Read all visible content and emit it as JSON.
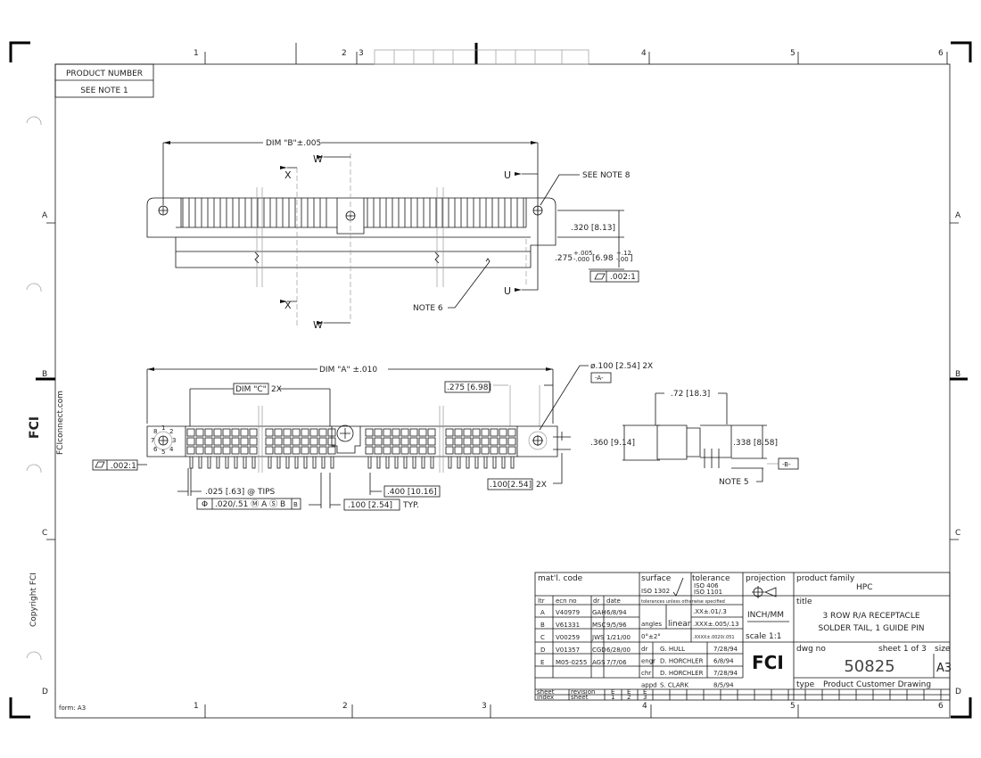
{
  "sheet": {
    "zones_top": [
      "1",
      "2",
      "3",
      "4",
      "5",
      "6"
    ],
    "zones_side": [
      "A",
      "B",
      "C",
      "D"
    ],
    "form_label": "form: A3",
    "side_url": "FCIconnect.com",
    "side_copyright": "Copyright FCI"
  },
  "product_box": {
    "header": "PRODUCT NUMBER",
    "value": "SEE NOTE 1"
  },
  "top_view": {
    "dim_b": "DIM \"B\"±.005",
    "section_w": "W",
    "section_x": "X",
    "section_u": "U",
    "see_note_8": "SEE NOTE 8",
    "dim_320": ".320 [8.13]",
    "dim_275": ".275",
    "dim_275_tol_plus": "+.005",
    "dim_275_tol_minus": "-.000",
    "dim_698": "[6.98",
    "dim_698_tol_plus": "+.12",
    "dim_698_tol_minus": "-.00",
    "dim_698_close": "]",
    "flatness": ".002:1",
    "note_6": "NOTE 6"
  },
  "front_view": {
    "dim_a": "DIM \"A\" ±.010",
    "dim_c": "DIM \"C\"",
    "dim_c_suffix": "2X",
    "dim_275_698": ".275 [6.98]",
    "hole_dia": "ø.100 [2.54] 2X",
    "datum_a": "-A-",
    "flatness": ".002:1",
    "tip": ".025 [.63] @ TIPS",
    "position_tol": ".020/.51 Ⓜ A Ⓢ B",
    "dim_400": ".400 [10.16]",
    "dim_100_typ": ".100 [2.54]",
    "typ": "TYP.",
    "dim_100_2x": ".100[2.54]",
    "suffix_2x": "2X",
    "left_labels": [
      "8",
      "1",
      "2",
      "7",
      "3",
      "6",
      "5",
      "4"
    ]
  },
  "side_view": {
    "dim_72": ".72 [18.3]",
    "dim_360": ".360 [9.14]",
    "dim_338": ".338 [8.58]",
    "datum_b": "-B-",
    "note_5": "NOTE 5"
  },
  "title_block": {
    "matl_code": "mat'l. code",
    "surface": "surface",
    "surface_std": "ISO 1302",
    "tolerance": "tolerance",
    "tol_std1": "ISO 406",
    "tol_std2": "ISO 1101",
    "projection": "projection",
    "product_family_label": "product family",
    "product_family": "HPC",
    "tol_note": "tolerances unless otherwise specified",
    "rev_headers": [
      "ltr",
      "ecn no",
      "dr",
      "date"
    ],
    "revisions": [
      {
        "ltr": "A",
        "ecn": "V40979",
        "dr": "GAH",
        "date": "6/8/94"
      },
      {
        "ltr": "B",
        "ecn": "V61331",
        "dr": "MSC",
        "date": "9/5/96"
      },
      {
        "ltr": "C",
        "ecn": "V00259",
        "dr": "JWS",
        "date": "1/21/00"
      },
      {
        "ltr": "D",
        "ecn": "V01357",
        "dr": "CGD",
        "date": "6/28/00"
      },
      {
        "ltr": "E",
        "ecn": "M05-0255",
        "dr": "AGS",
        "date": "7/7/06"
      }
    ],
    "angles": "angles",
    "angles_tol": "0°±2°",
    "linear": "linear",
    "lin_tols": [
      ".XX±.01/.3",
      ".XXX±.005/.13",
      ".XXXX±.0020/.051"
    ],
    "units": "INCH/MM",
    "scale": "scale 1:1",
    "title_label": "title",
    "title_line1": "3 ROW R/A RECEPTACLE",
    "title_line2": "SOLDER TAIL, 1 GUIDE PIN",
    "signoffs": [
      {
        "role": "dr",
        "name": "G. HULL",
        "date": "7/28/94"
      },
      {
        "role": "engr",
        "name": "D. HORCHLER",
        "date": "6/8/94"
      },
      {
        "role": "chr",
        "name": "D. HORCHLER",
        "date": "7/28/94"
      },
      {
        "role": "appd",
        "name": "S. CLARK",
        "date": "8/5/94"
      }
    ],
    "logo": "FCI",
    "dwg_no_label": "dwg no",
    "sheet_of": "sheet 1  of 3",
    "size_label": "size",
    "dwg_no": "50825",
    "size": "A3",
    "type_label": "type",
    "type": "Product Customer Drawing",
    "sheet_index": {
      "row1": [
        "sheet",
        "revision",
        "E",
        "E",
        "E"
      ],
      "row2": [
        "index",
        "sheet",
        "1",
        "2",
        "3"
      ]
    }
  }
}
